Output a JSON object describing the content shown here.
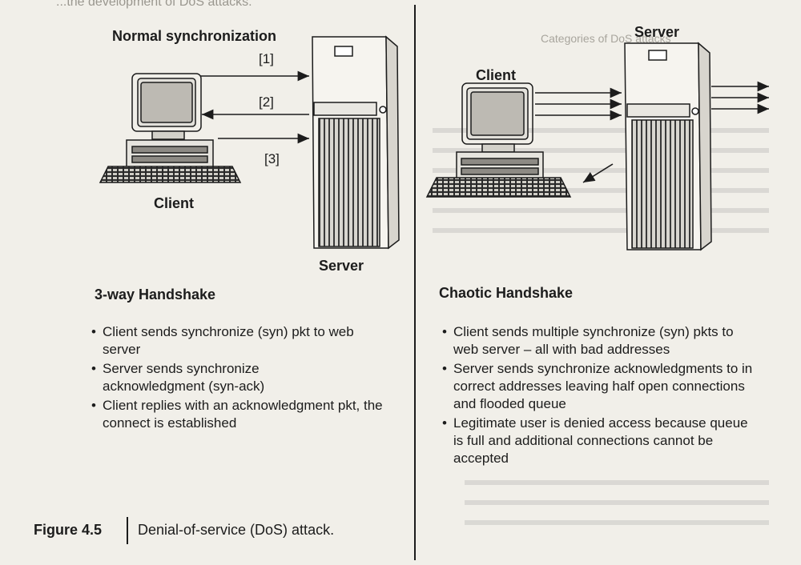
{
  "header_fragment": "...the development of DoS attacks.",
  "top_right_fragment": "Categories of DoS attacks",
  "left": {
    "title": "Normal synchronization",
    "client_label": "Client",
    "server_label": "Server",
    "step_labels": [
      "[1]",
      "[2]",
      "[3]"
    ],
    "section_title": "3-way Handshake",
    "bullets": [
      "Client sends synchronize (syn) pkt to web server",
      "Server sends synchronize acknowledgment (syn-ack)",
      "Client replies with an acknowledgment pkt, the connect is established"
    ]
  },
  "right": {
    "server_label": "Server",
    "client_label": "Client",
    "section_title": "Chaotic Handshake",
    "bullets": [
      "Client sends multiple synchronize (syn) pkts to web server – all with bad addresses",
      "Server sends synchronize acknowledgments to in correct addresses leaving half open connections and flooded queue",
      "Legitimate user is denied access because queue is full and additional connections cannot be accepted"
    ]
  },
  "caption": {
    "label": "Figure 4.5",
    "text": "Denial-of-service (DoS) attack."
  },
  "colors": {
    "paper": "#f1efe9",
    "ink": "#1c1c1c"
  }
}
